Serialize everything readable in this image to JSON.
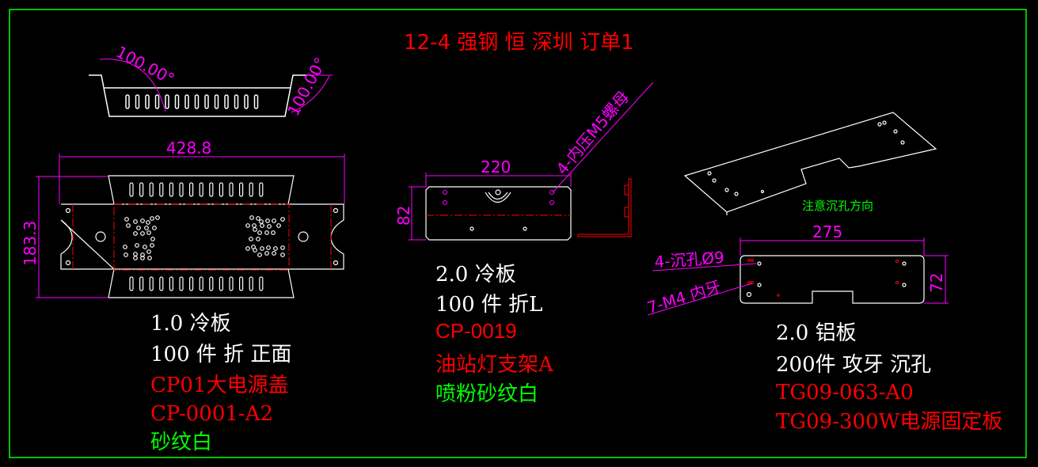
{
  "title": "12-4  强钢  恒  深圳  订单1",
  "colors": {
    "white": "#ffffff",
    "red": "#ff0000",
    "green": "#00ff00",
    "magenta": "#ff00ff",
    "background": "#000000"
  },
  "part1": {
    "angle_left": "100.00°",
    "angle_right": "100.00°",
    "width_dim": "428.8",
    "height_dim": "183.3",
    "lines": [
      "1.0 冷板",
      "100 件 折 正面",
      "CP01大电源盖",
      "CP-0001-A2",
      "砂纹白"
    ]
  },
  "part2": {
    "width_dim": "220",
    "height_dim": "82",
    "callout": "4-内压M5螺母",
    "lines": [
      "2.0  冷板",
      "100  件  折L",
      "CP-0019",
      "油站灯支架A",
      "喷粉砂纹白"
    ]
  },
  "part3": {
    "note": "注意沉孔方向",
    "width_dim": "275",
    "height_dim": "72",
    "callout_countersink": "4-沉孔Ø9",
    "callout_thread": "7-M4 内牙",
    "lines": [
      "2.0 铝板",
      "200件 攻牙 沉孔",
      "TG09-063-A0",
      "TG09-300W电源固定板"
    ]
  }
}
